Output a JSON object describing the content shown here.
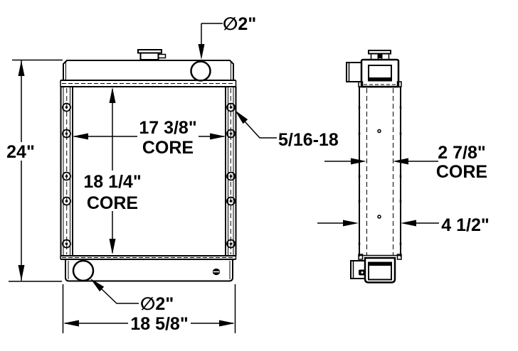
{
  "background_color": "#ffffff",
  "line_color": "#000000",
  "front_view": {
    "overall_height": "24\"",
    "overall_width": "18 5/8\"",
    "core_width": "17 3/8\"",
    "core_width_unit_label": "CORE",
    "core_height": "18 1/4\"",
    "core_height_unit_label": "CORE",
    "top_port_diameter": "∅2\"",
    "bottom_port_diameter": "∅2\"",
    "mounting_bolt_thread": "5/16-18"
  },
  "side_view": {
    "core_depth": "2 7/8\"",
    "core_depth_unit_label": "CORE",
    "overall_depth": "4 1/2\""
  }
}
